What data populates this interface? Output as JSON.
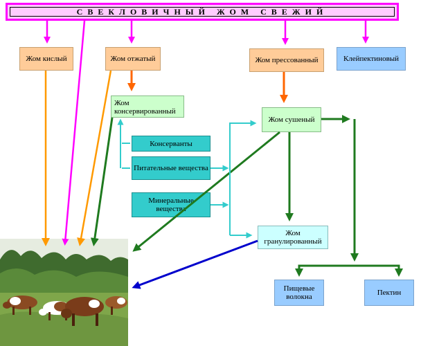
{
  "title": "СВЕКЛОВИЧНЫЙ ЖОМ СВЕЖИЙ",
  "nodes": {
    "kisly": "Жом кислый",
    "otzhaty": "Жом отжатый",
    "pressovanny": "Жом прессованный",
    "kleypektinovy": "Клейпектиновый",
    "konservirovanny": "Жом консервированный",
    "sushenyi": "Жом сушеный",
    "konservanty": "Консерванты",
    "pitatelnye": "Питательные вещества",
    "mineralnye": "Минеральные вещества",
    "granulirovanny": "Жом гранулированный",
    "pishchevye": "Пищевые волокна",
    "pektin": "Пектин"
  },
  "colors": {
    "magenta": "#ff00ff",
    "orange_arrow": "#ff9900",
    "deep_orange_arrow": "#ff6600",
    "green_arrow": "#1f7a1f",
    "cyan_arrow": "#33cccc",
    "blue_arrow": "#0000cc"
  },
  "image": "cows-grazing-photo"
}
